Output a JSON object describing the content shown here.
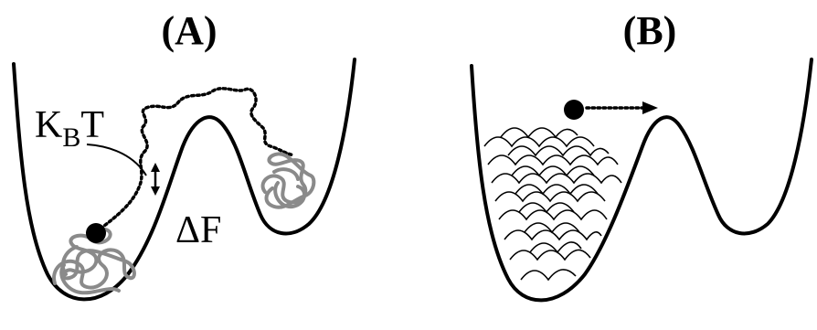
{
  "panels": {
    "a": {
      "label": "(A)",
      "thermal_energy_label": "K",
      "thermal_energy_subscript": "B",
      "thermal_energy_suffix": "T",
      "barrier_label": "ΔF"
    },
    "b": {
      "label": "(B)"
    }
  },
  "colors": {
    "line": "#000000",
    "coil": "#8a8a8a",
    "background": "#ffffff"
  }
}
